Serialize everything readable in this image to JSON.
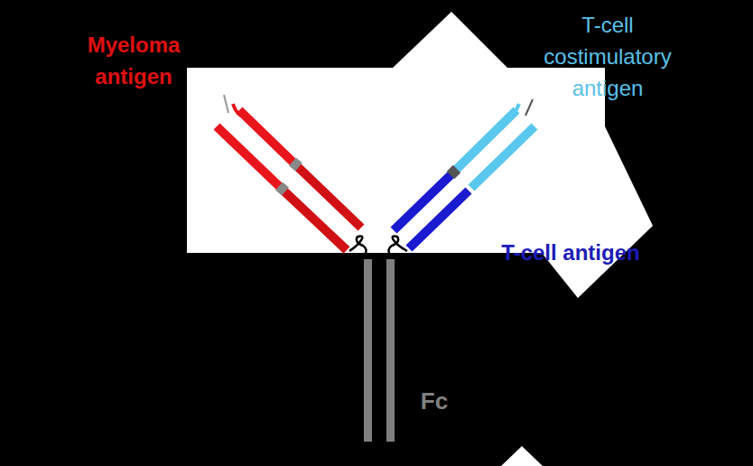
{
  "diagram": {
    "labels": [
      "Myeloma antigen",
      "T-cell costimulatory antigen",
      "T-cell antigen",
      "Fc"
    ]
  }
}
